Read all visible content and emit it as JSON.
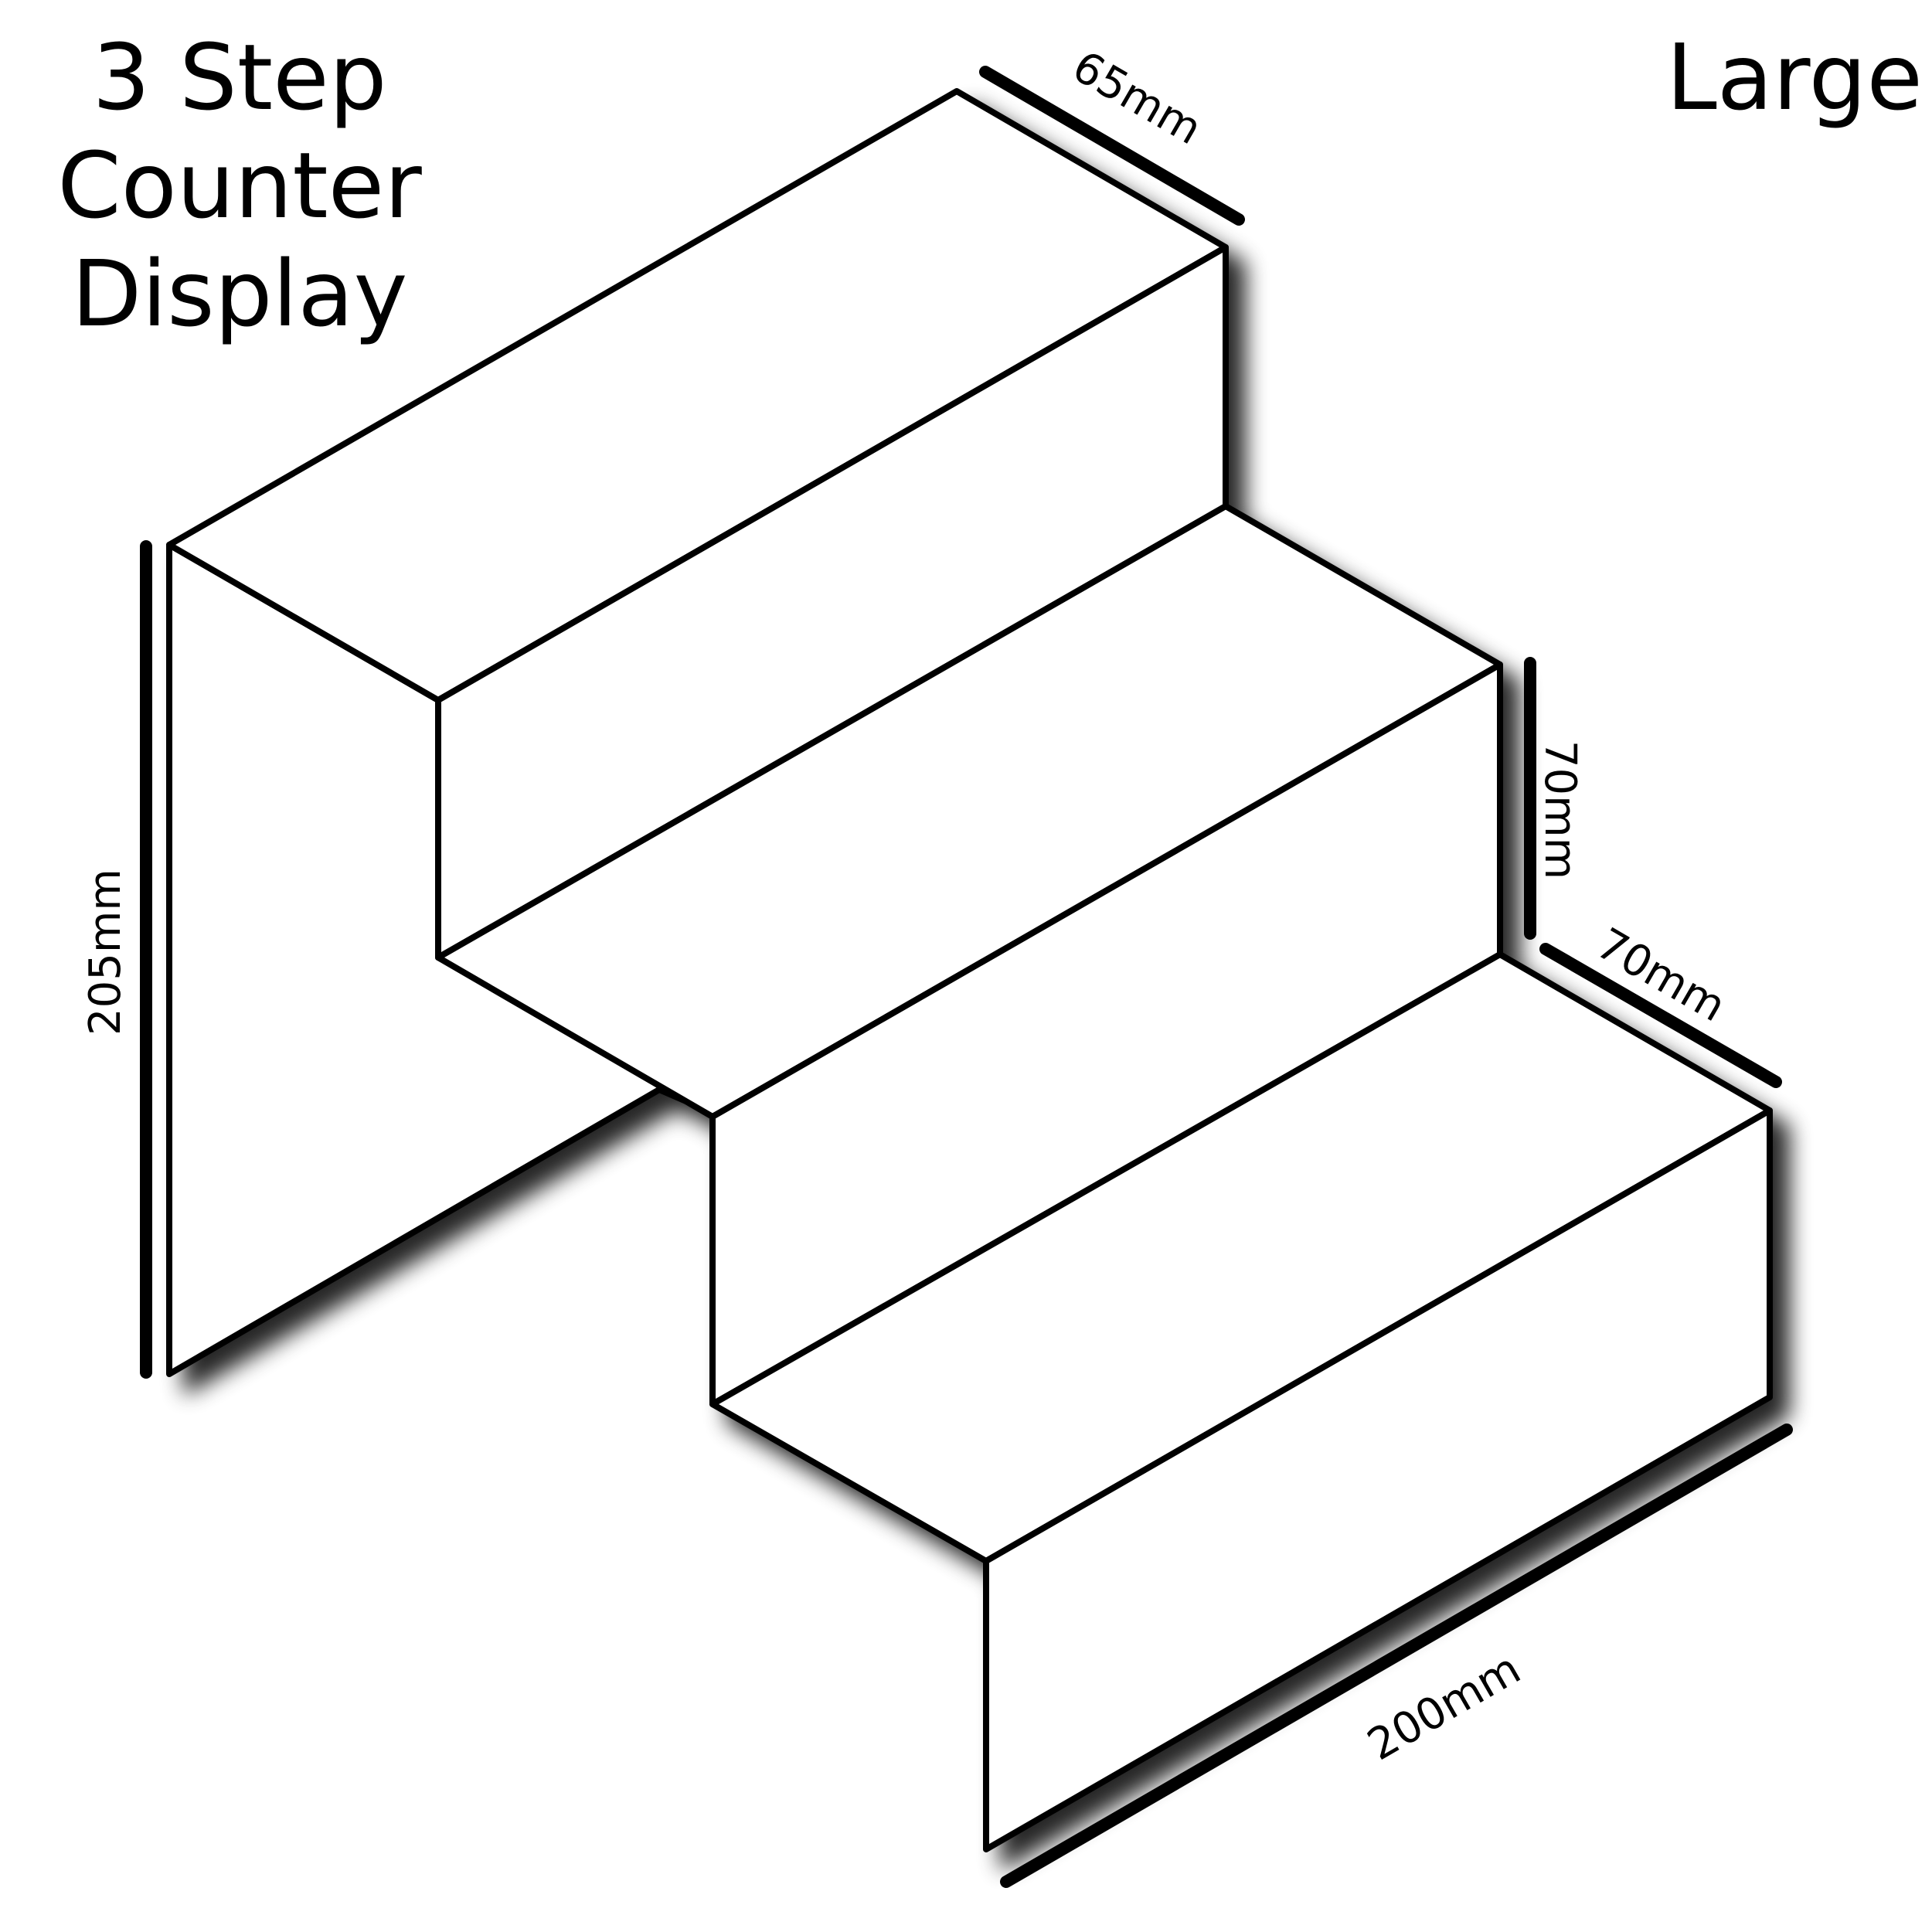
{
  "title": {
    "line1": "3 Step",
    "line2": "Counter",
    "line3": "Display"
  },
  "size_label": "Large",
  "dimensions": {
    "step_depth": "65mm",
    "total_height": "205mm",
    "step_height": "70mm",
    "bottom_step_depth": "70mm",
    "width": "200mm"
  },
  "colors": {
    "outline": "#000000",
    "face": "#ffffff",
    "shadow": "#000000"
  }
}
